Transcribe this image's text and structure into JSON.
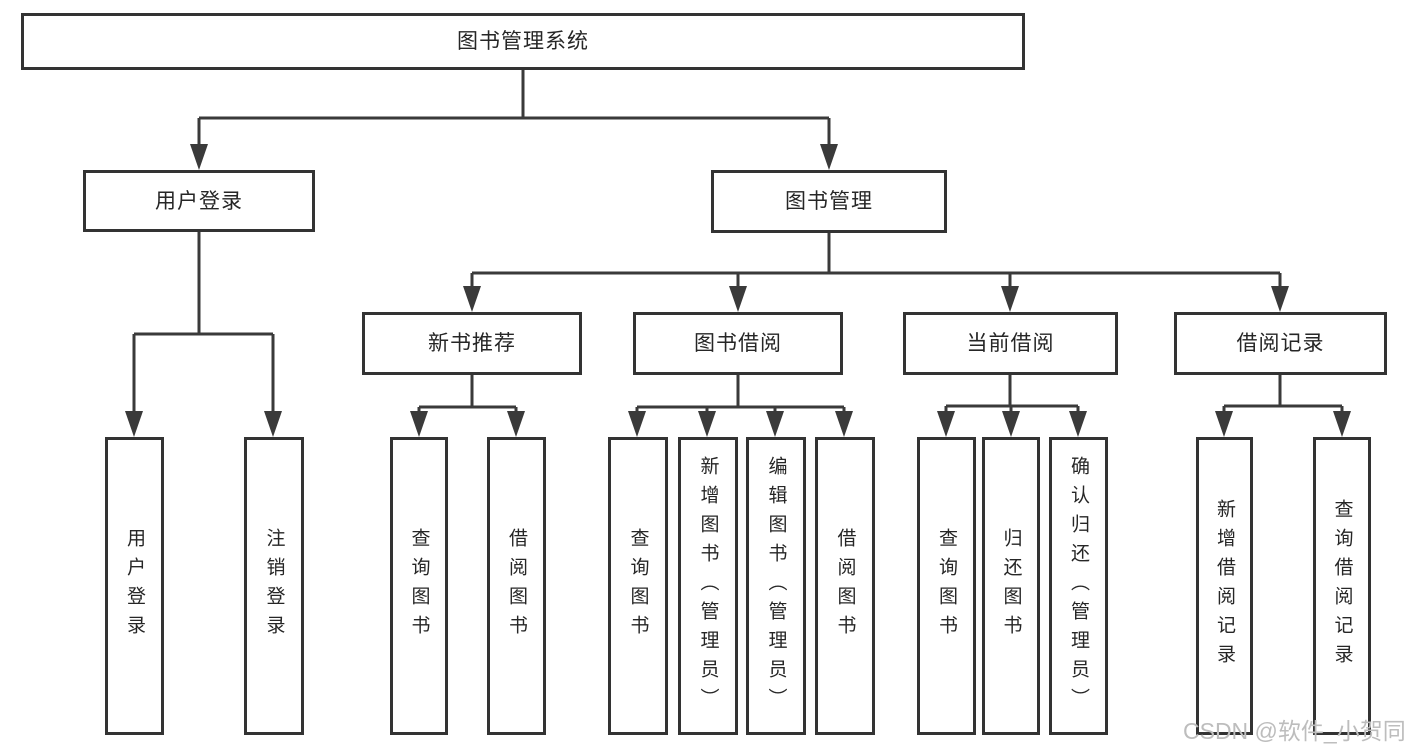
{
  "diagram_type": "hierarchy-tree",
  "tree": {
    "label": "图书管理系统",
    "children": [
      {
        "label": "用户登录",
        "children": [
          {
            "label": "用户登录"
          },
          {
            "label": "注销登录"
          }
        ]
      },
      {
        "label": "图书管理",
        "children": [
          {
            "label": "新书推荐",
            "children": [
              {
                "label": "查询图书"
              },
              {
                "label": "借阅图书"
              }
            ]
          },
          {
            "label": "图书借阅",
            "children": [
              {
                "label": "查询图书"
              },
              {
                "label": "新增图书（管理员）"
              },
              {
                "label": "编辑图书（管理员）"
              },
              {
                "label": "借阅图书"
              }
            ]
          },
          {
            "label": "当前借阅",
            "children": [
              {
                "label": "查询图书"
              },
              {
                "label": "归还图书"
              },
              {
                "label": "确认归还（管理员）"
              }
            ]
          },
          {
            "label": "借阅记录",
            "children": [
              {
                "label": "新增借阅记录"
              },
              {
                "label": "查询借阅记录"
              }
            ]
          }
        ]
      }
    ]
  },
  "watermark": {
    "text": "CSDN @软件_小贺同学",
    "color": "#bdbdbd"
  },
  "colors": {
    "background": "#ffffff",
    "box_border": "#333333",
    "connector_line": "#3a3a3a",
    "text": "#262626"
  }
}
